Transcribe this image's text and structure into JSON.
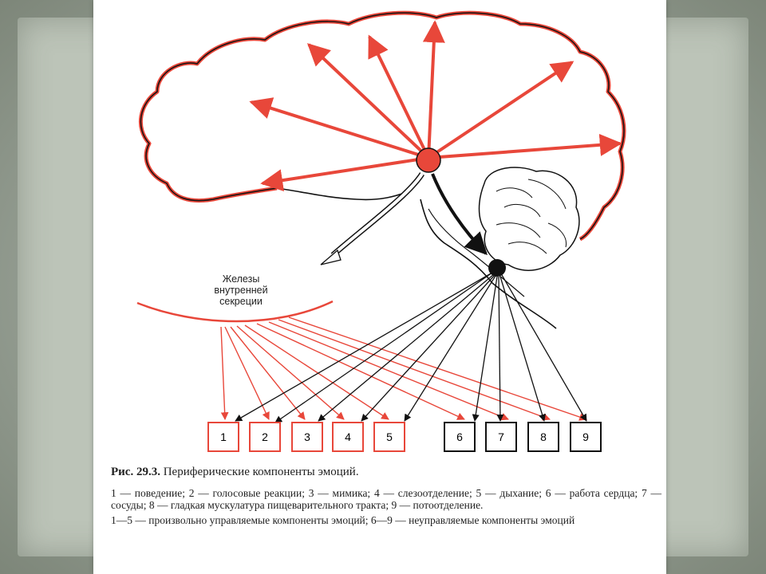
{
  "diagram": {
    "glands_label_lines": [
      "Железы",
      "внутренней",
      "секреции"
    ],
    "voluntary_boxes": [
      "1",
      "2",
      "3",
      "4",
      "5"
    ],
    "involuntary_boxes": [
      "6",
      "7",
      "8",
      "9"
    ],
    "colors": {
      "red": "#e8473a",
      "black": "#111111",
      "outline": "#e8473a"
    }
  },
  "caption": {
    "fig_label": "Рис. 29.3.",
    "fig_title": "Периферические компоненты эмоций.",
    "legend_line1": "1 — поведение; 2 — голосовые реакции; 3 — мимика; 4 — слезоотделение; 5 — дыхание; 6 — работа сердца; 7 — сосуды; 8 — гладкая мускулатура пищеварительного тракта; 9 — потоотделение.",
    "legend_line2": "1—5 — произвольно управляемые компоненты эмоций; 6—9 — неуправляемые компоненты эмоций"
  }
}
